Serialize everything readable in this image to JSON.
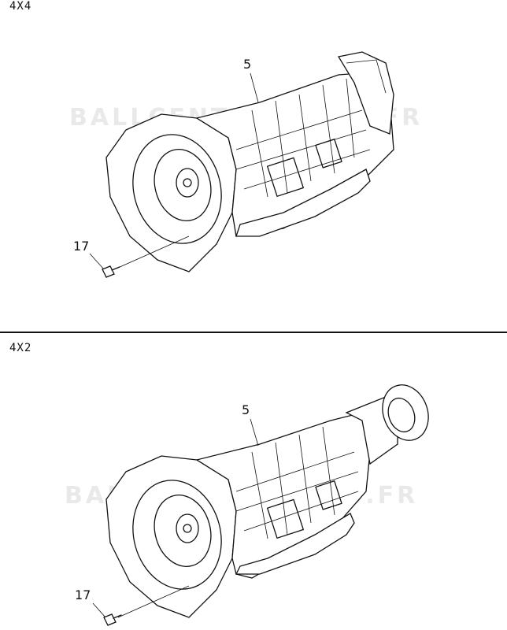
{
  "panels": [
    {
      "variant_label": "4X4",
      "callouts": {
        "main_part": "5",
        "bolt": "17"
      },
      "watermark": "BALLCENTERPARTS.FR"
    },
    {
      "variant_label": "4X2",
      "callouts": {
        "main_part": "5",
        "bolt": "17"
      },
      "watermark": "BALLCENTERPARTS.FR"
    }
  ]
}
